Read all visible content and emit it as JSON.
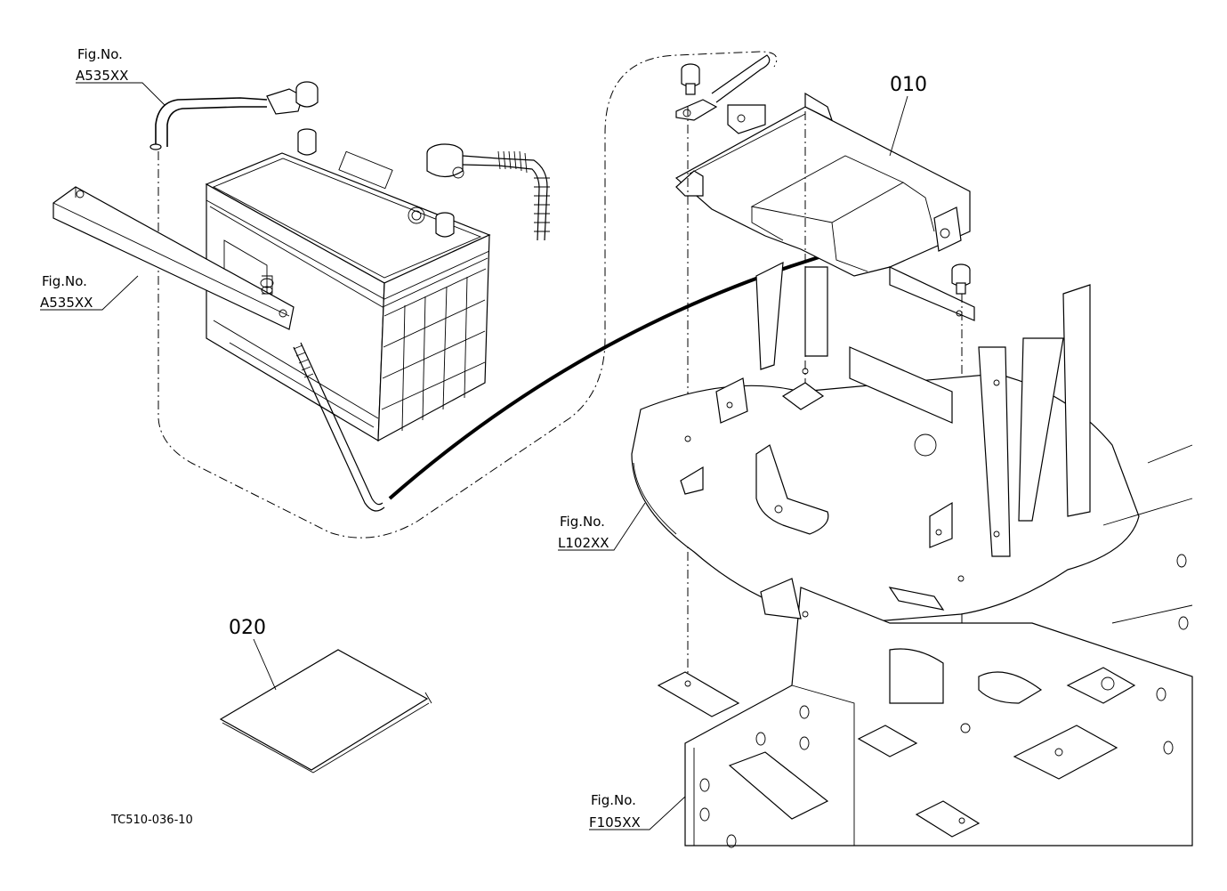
{
  "callouts": {
    "fig_a535_top": {
      "line1": "Fig.No.",
      "line2": "A535XX"
    },
    "fig_a535_left": {
      "line1": "Fig.No.",
      "line2": "A535XX"
    },
    "fig_l102": {
      "line1": "Fig.No.",
      "line2": "L102XX"
    },
    "fig_f105": {
      "line1": "Fig.No.",
      "line2": "F105XX"
    }
  },
  "parts": {
    "part_010": "010",
    "part_020": "020"
  },
  "drawing_code": "TC510-036-10"
}
